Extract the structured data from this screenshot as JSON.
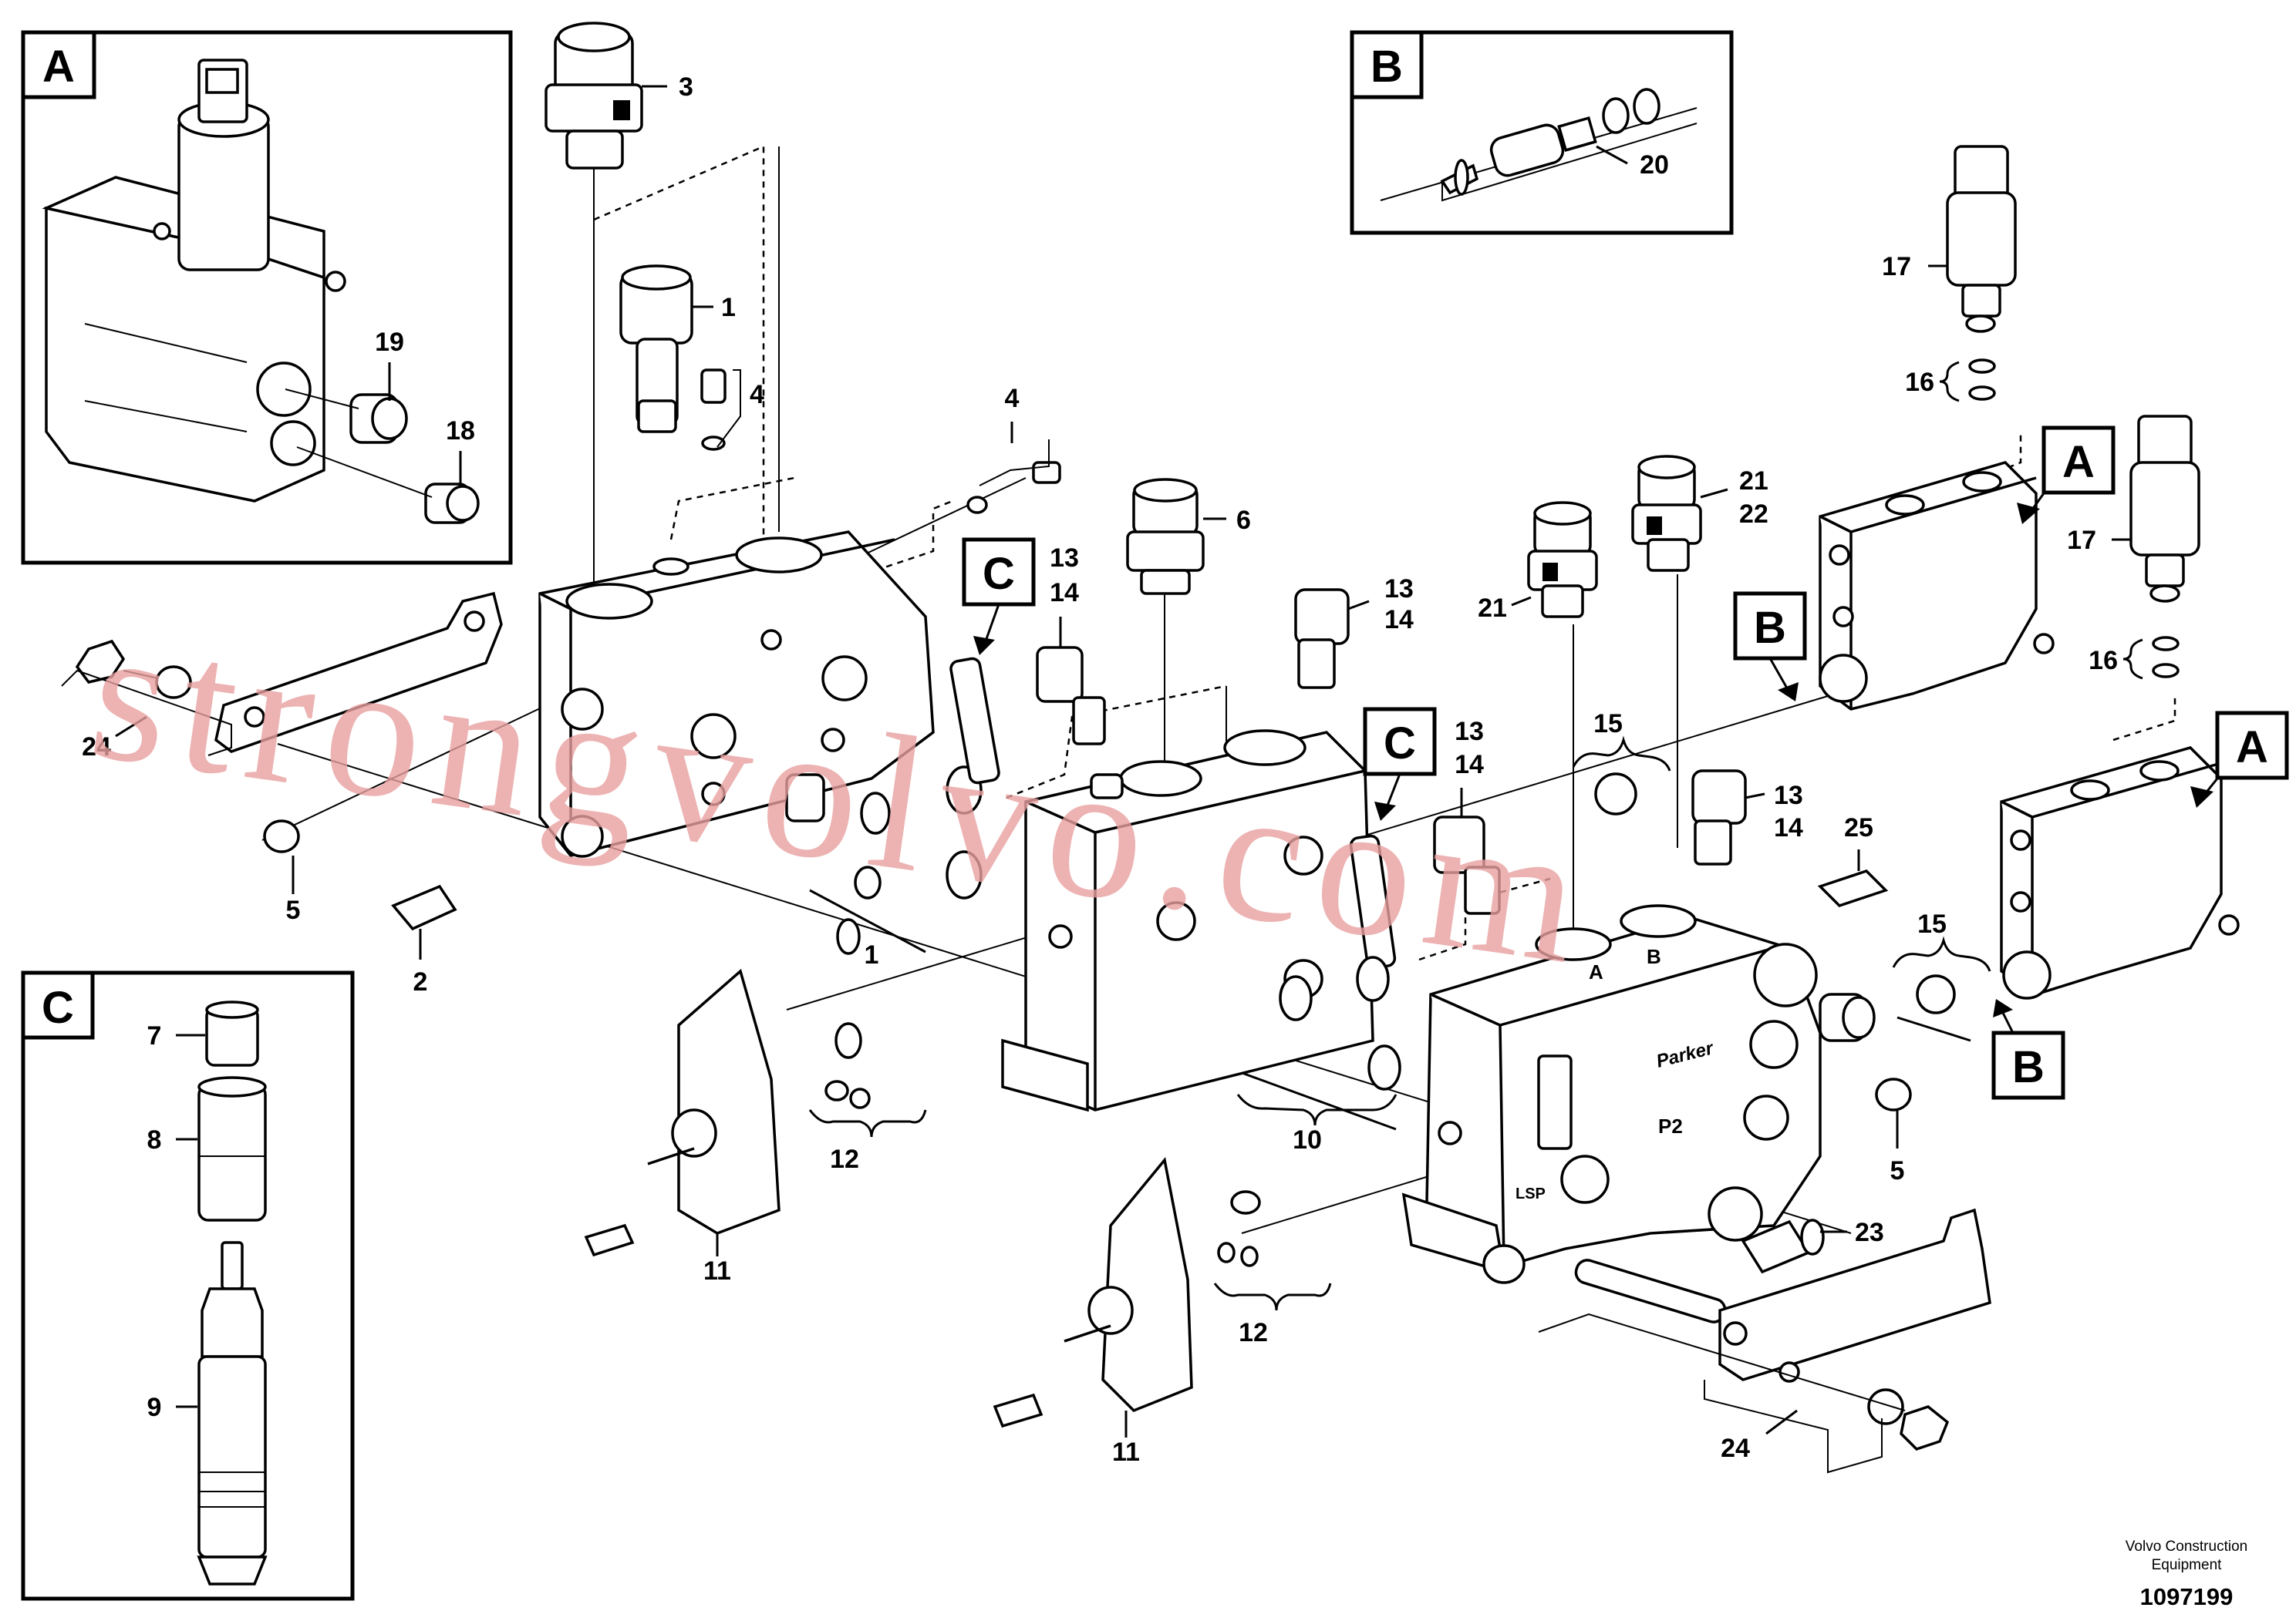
{
  "insets": {
    "a": {
      "letter": "A",
      "labels": [
        "19",
        "18"
      ]
    },
    "b": {
      "letter": "B",
      "labels": [
        "20"
      ]
    },
    "c": {
      "letter": "C",
      "labels": [
        "7",
        "8",
        "9"
      ]
    }
  },
  "callouts": {
    "a": "A",
    "b": "B",
    "c": "C"
  },
  "part_labels": {
    "p1": "1",
    "p2": "2",
    "p3": "3",
    "p4": "4",
    "p5": "5",
    "p6": "6",
    "p10": "10",
    "p11": "11",
    "p12": "12",
    "p13": "13",
    "p14": "14",
    "p15": "15",
    "p16": "16",
    "p17": "17",
    "p21": "21",
    "p22": "22",
    "p23": "23",
    "p24": "24",
    "p25": "25"
  },
  "valve_markings": {
    "port_a": "A",
    "port_b": "B",
    "port_p2": "P2",
    "port_lsp": "LSP",
    "brand": "Parker"
  },
  "watermark": "strongvolvo.com",
  "footer": {
    "company_line1": "Volvo Construction",
    "company_line2": "Equipment",
    "drawing_number": "1097199"
  }
}
